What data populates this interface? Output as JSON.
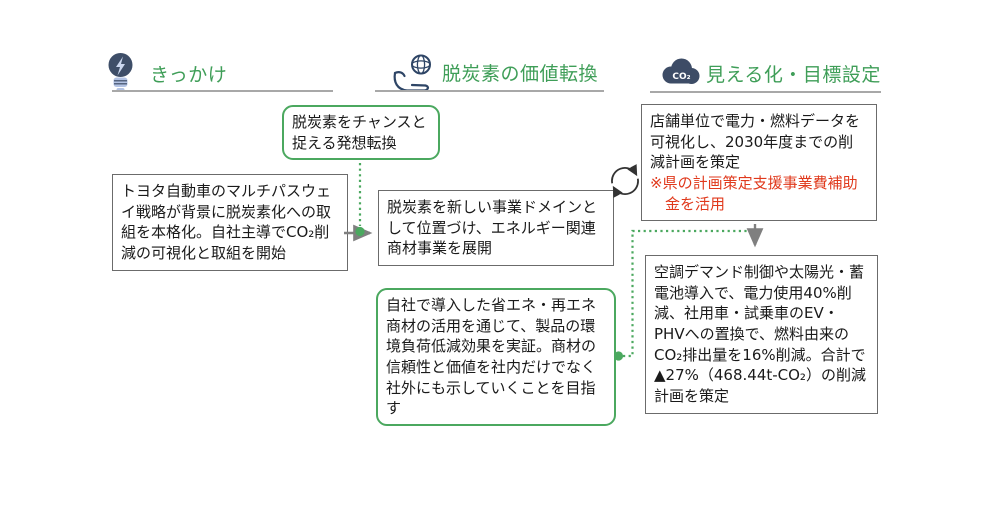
{
  "columns": [
    {
      "label": "きっかけ",
      "icon": "lightbulb-icon"
    },
    {
      "label": "脱炭素の価値転換",
      "icon": "hand-globe-icon"
    },
    {
      "label": "見える化・目標設定",
      "icon": "co2-cloud-icon"
    }
  ],
  "icons": {
    "co2_text": "CO₂"
  },
  "boxes": {
    "b1": {
      "text": "トヨタ自動車のマルチパスウェイ戦略が背景に脱炭素化への取組を本格化。自社主導でCO₂削減の可視化と取組を開始"
    },
    "b2": {
      "text": "脱炭素をチャンスと捉える発想転換"
    },
    "b3": {
      "text": "脱炭素を新しい事業ドメインとして位置づけ、エネルギー関連商材事業を展開"
    },
    "b4": {
      "text": "自社で導入した省エネ・再エネ商材の活用を通じて、製品の環境負荷低減効果を実証。商材の信頼性と価値を社内だけでなく社外にも示していくことを目指す"
    },
    "b5": {
      "text": "店舗単位で電力・燃料データを可視化し、2030年度までの削減計画を策定",
      "note": "※県の計画策定支援事業費補助金を活用"
    },
    "b6": {
      "text": "空調デマンド制御や太陽光・蓄電池導入で、電力使用40%削減、社用車・試乗車のEV・PHVへの置換で、燃料由来のCO₂排出量を16%削減。合計で▲27%（468.44t-CO₂）の削減計画を策定"
    }
  },
  "colors": {
    "green": "#4BA85F",
    "header_green": "#3F9E58",
    "red": "#E0391C",
    "arrow_gray": "#7F7F7F",
    "box_border": "#6B6B6B",
    "underline_gray": "#A8A8A8",
    "icon_navy": "#3D4C66",
    "text": "#1A1A1A"
  }
}
